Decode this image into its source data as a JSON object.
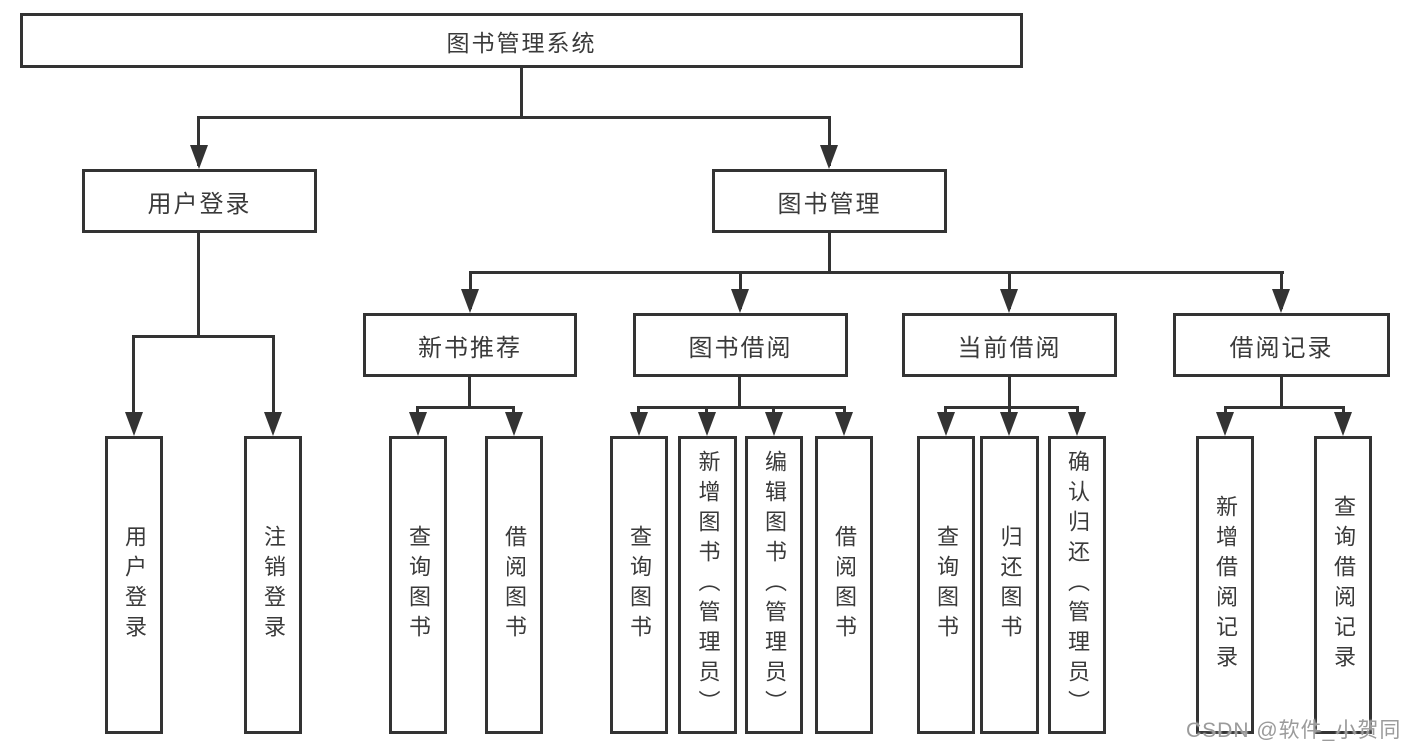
{
  "colors": {
    "line": "#333333",
    "text": "#3a3a3a",
    "watermark": "#9b9b9b"
  },
  "nodes": {
    "root": "图书管理系统",
    "user_login": "用户登录",
    "book_mgmt": "图书管理",
    "new_book_rec": "新书推荐",
    "book_borrow": "图书借阅",
    "current_borrow": "当前借阅",
    "borrow_records": "借阅记录",
    "leaf_user_login": "用户登录",
    "leaf_logout": "注销登录",
    "rec_query_books": "查询图书",
    "rec_borrow_books": "借阅图书",
    "bor_query_books": "查询图书",
    "bor_add_books": "新增图书（管理员）",
    "bor_edit_books": "编辑图书（管理员）",
    "bor_borrow_books": "借阅图书",
    "cur_query_books": "查询图书",
    "cur_return_books": "归还图书",
    "cur_confirm_return": "确认归还（管理员）",
    "rcd_add_record": "新增借阅记录",
    "rcd_query_record": "查询借阅记录"
  },
  "watermark": "CSDN @软件_小贺同学"
}
